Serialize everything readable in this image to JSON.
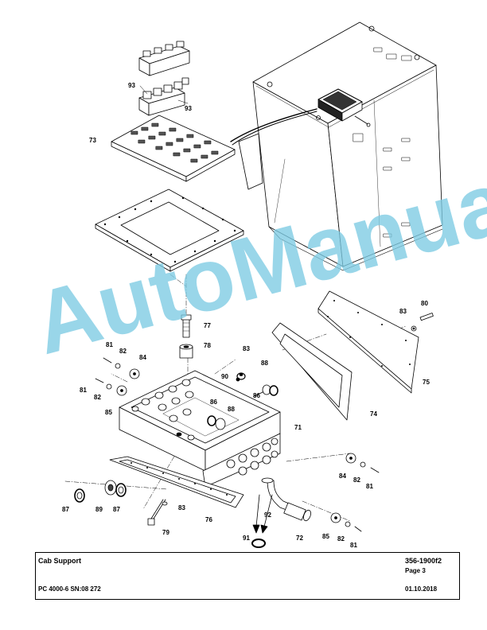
{
  "title_block": {
    "title": "Cab Support",
    "doc_number": "356-1900f2",
    "page": "Page 3",
    "model": "PC 4000-6 SN:08 272",
    "date": "01.10.2018"
  },
  "watermark": "AutoManual",
  "watermark_color": "#7ccbe3",
  "callouts": [
    {
      "id": "c93a",
      "label": "93"
    },
    {
      "id": "c93b",
      "label": "93"
    },
    {
      "id": "c73",
      "label": "73"
    },
    {
      "id": "c77",
      "label": "77"
    },
    {
      "id": "c78",
      "label": "78"
    },
    {
      "id": "c81a",
      "label": "81"
    },
    {
      "id": "c82a",
      "label": "82"
    },
    {
      "id": "c84a",
      "label": "84"
    },
    {
      "id": "c81b",
      "label": "81"
    },
    {
      "id": "c82b",
      "label": "82"
    },
    {
      "id": "c85a",
      "label": "85"
    },
    {
      "id": "c83a",
      "label": "83"
    },
    {
      "id": "c90",
      "label": "90"
    },
    {
      "id": "c88a",
      "label": "88"
    },
    {
      "id": "c86a",
      "label": "86"
    },
    {
      "id": "c86b",
      "label": "86"
    },
    {
      "id": "c88b",
      "label": "88"
    },
    {
      "id": "c71",
      "label": "71"
    },
    {
      "id": "c74",
      "label": "74"
    },
    {
      "id": "c75",
      "label": "75"
    },
    {
      "id": "c83b",
      "label": "83"
    },
    {
      "id": "c80",
      "label": "80"
    },
    {
      "id": "c87a",
      "label": "87"
    },
    {
      "id": "c89",
      "label": "89"
    },
    {
      "id": "c87b",
      "label": "87"
    },
    {
      "id": "c83c",
      "label": "83"
    },
    {
      "id": "c76",
      "label": "76"
    },
    {
      "id": "c79",
      "label": "79"
    },
    {
      "id": "c84b",
      "label": "84"
    },
    {
      "id": "c82c",
      "label": "82"
    },
    {
      "id": "c81c",
      "label": "81"
    },
    {
      "id": "c92",
      "label": "92"
    },
    {
      "id": "c91",
      "label": "91"
    },
    {
      "id": "c72",
      "label": "72"
    },
    {
      "id": "c85b",
      "label": "85"
    },
    {
      "id": "c82d",
      "label": "82"
    },
    {
      "id": "c81d",
      "label": "81"
    }
  ]
}
